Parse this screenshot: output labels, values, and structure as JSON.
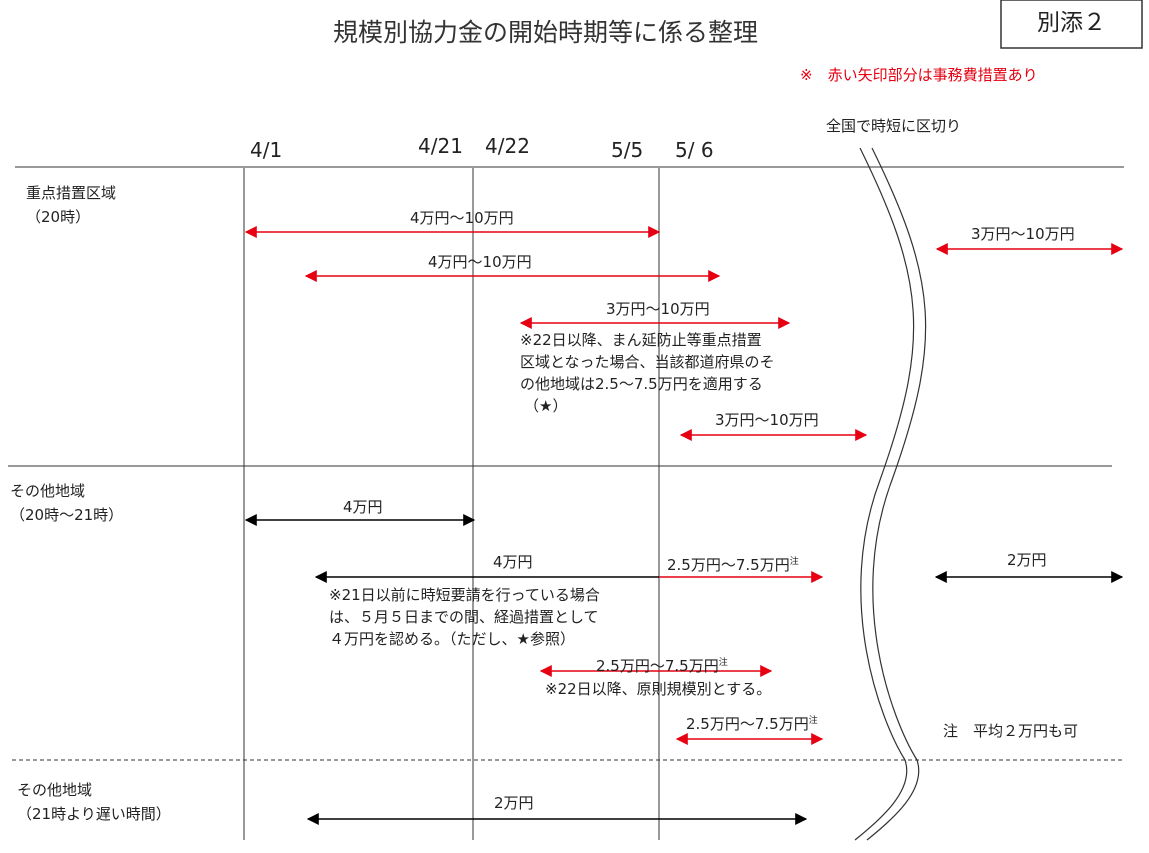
{
  "title": "規模別協力金の開始時期等に係る整理",
  "attachment_label": "別添２",
  "red_note": "※　赤い矢印部分は事務費措置あり",
  "cutoff_label": "全国で時短に区切り",
  "dates": [
    "4/1",
    "4/21",
    "4/22",
    "5/5",
    "5/ 6"
  ],
  "regions": {
    "priority": {
      "name": "重点措置区域",
      "hours": "（20時）"
    },
    "other": {
      "name": "その他地域",
      "hours": "（20時～21時）"
    },
    "late": {
      "name": "その他地域",
      "hours": "（21時より遅い時間）"
    }
  },
  "arrow_labels": {
    "p1": "4万円～10万円",
    "p2": "4万円～10万円",
    "p3": "3万円～10万円",
    "p4": "3万円～10万円",
    "p5": "3万円～10万円",
    "o1": "4万円",
    "o2a": "4万円",
    "o2b": "2.5万円～7.5万円",
    "o3": "2.5万円～7.5万円",
    "o4": "2.5万円～7.5万円",
    "o5": "2万円",
    "l1": "2万円",
    "note_mark": "注"
  },
  "notes": {
    "priority_lines": [
      "※22日以降、まん延防止等重点措置",
      "区域となった場合、当該都道府県のそ",
      "の他地域は2.5～7.5万円を適用する",
      "（★）"
    ],
    "transition_lines": [
      "※21日以前に時短要請を行っている場合",
      "は、５月５日までの間、経過措置として",
      "４万円を認める。（ただし、★参照）"
    ],
    "rule_line": "※22日以降、原則規模別とする。",
    "average_line": "注　平均２万円も可"
  },
  "colors": {
    "red_arrow": "#e60012",
    "black_arrow": "#000000"
  }
}
